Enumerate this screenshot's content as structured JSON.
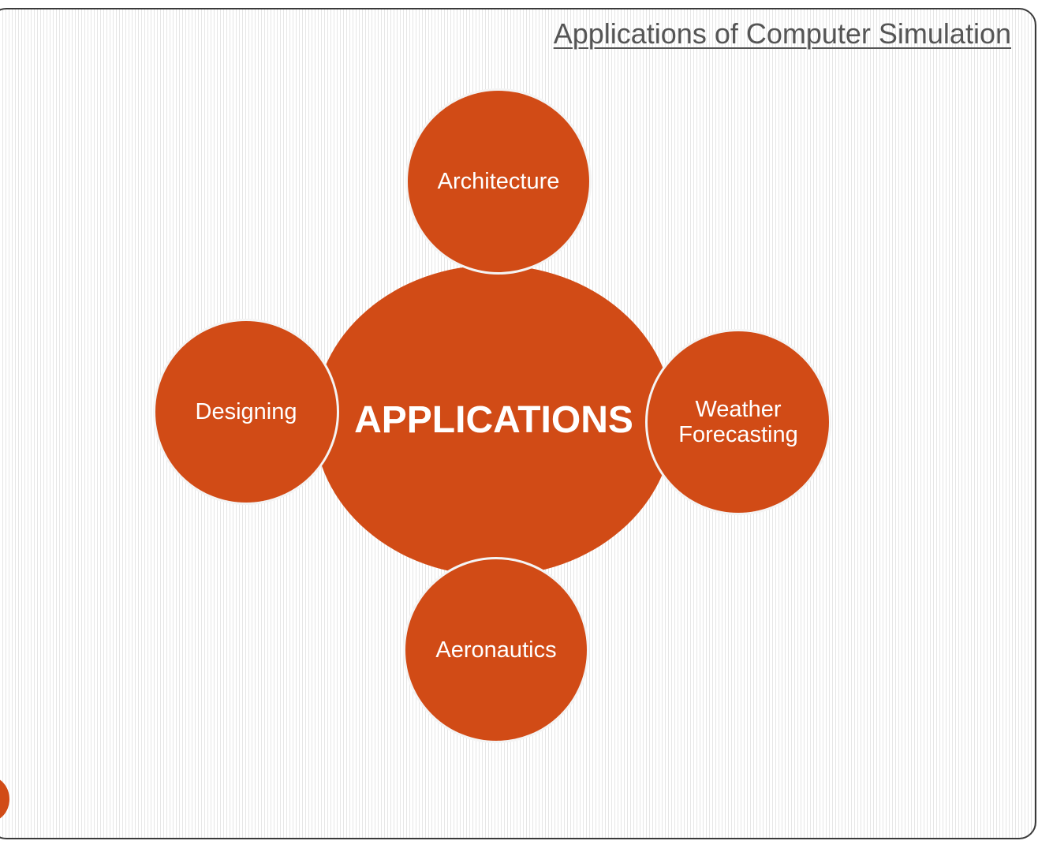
{
  "slide": {
    "title": "Applications of Computer Simulation"
  },
  "diagram": {
    "hub": {
      "label": "APPLICATIONS"
    },
    "satellites": [
      {
        "label": "Architecture"
      },
      {
        "label": "Designing"
      },
      {
        "label": "Weather Forecasting"
      },
      {
        "label": "Aeronautics"
      }
    ]
  },
  "colors": {
    "hub": "#d14b16",
    "satellite": "#d14b16",
    "title_text": "#555555",
    "node_text": "#ffffff"
  }
}
